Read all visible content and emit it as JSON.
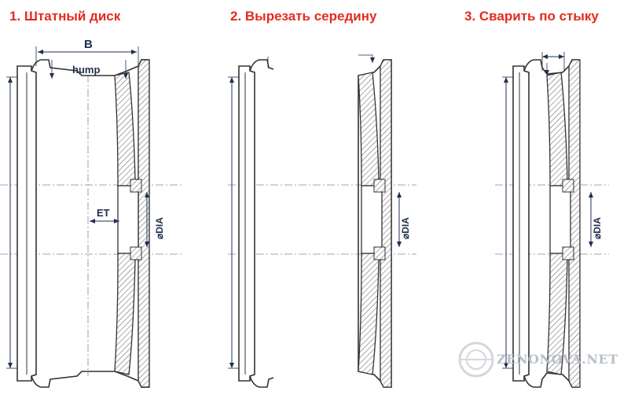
{
  "steps": [
    {
      "title": "1. Штатный диск"
    },
    {
      "title": "2. Вырезать середину"
    },
    {
      "title": "3. Сварить по стыку"
    }
  ],
  "dimension_labels": {
    "width": "B",
    "hump": "hump",
    "offset": "ET",
    "bore": "⌀DIA"
  },
  "watermark": "ZENONOVA.NET",
  "colors": {
    "title": "#e32b1f",
    "outline": "#333333",
    "hatch": "#666666",
    "dimension": "#1e2f4f",
    "centerline": "#777777"
  }
}
